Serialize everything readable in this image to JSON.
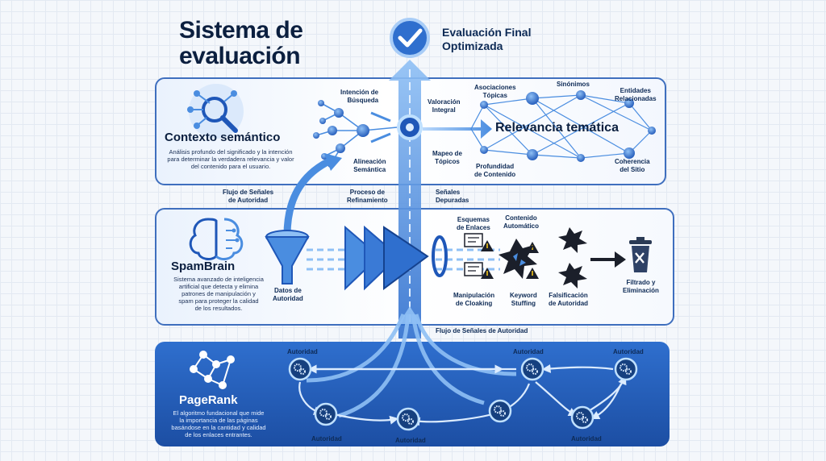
{
  "title": {
    "line1": "Sistema de",
    "line2": "evaluación"
  },
  "final": {
    "line1": "Evaluación Final",
    "line2": "Optimizada"
  },
  "semantic": {
    "title": "Contexto semántico",
    "desc": [
      "Análisis profundo del significado y la intención",
      "para determinar la verdadera relevancia y valor",
      "del contenido para el usuario."
    ],
    "labels": {
      "intencion": [
        "Intención de",
        "Búsqueda"
      ],
      "valoracion": [
        "Valoración",
        "Integral"
      ],
      "alineacion": [
        "Alineación",
        "Semántica"
      ],
      "mapeo": [
        "Mapeo de",
        "Tópicos"
      ],
      "asociaciones": [
        "Asociaciones",
        "Tópicas"
      ],
      "sinonimos": [
        "Sinónimos"
      ],
      "entidades": [
        "Entidades",
        "Relacionadas"
      ],
      "profundidad": [
        "Profundidad",
        "de Contenido"
      ],
      "coherencia": [
        "Coherencia",
        "del Sitio"
      ]
    },
    "relevance": "Relevancia temática"
  },
  "spambrain": {
    "title": "SpamBrain",
    "desc": [
      "Sistema avanzado de inteligencia",
      "artificial que detecta y elimina",
      "patrones de manipulación y",
      "spam para proteger la calidad",
      "de los resultados."
    ],
    "labels": {
      "flujo": [
        "Flujo de Señales",
        "de Autoridad"
      ],
      "proceso": [
        "Proceso de",
        "Refinamiento"
      ],
      "senales": [
        "Señales",
        "Depuradas"
      ],
      "datos": [
        "Datos de",
        "Autoridad"
      ],
      "esquemas": [
        "Esquemas",
        "de Enlaces"
      ],
      "contenido": [
        "Contenido",
        "Automático"
      ],
      "manipulacion": [
        "Manipulación",
        "de Cloaking"
      ],
      "keyword": [
        "Keyword",
        "Stuffing"
      ],
      "falsificacion": [
        "Falsificación",
        "de Autoridad"
      ],
      "filtrado": [
        "Filtrado y",
        "Eliminación"
      ]
    }
  },
  "pagerank": {
    "title": "PageRank",
    "desc": [
      "El algoritmo fundacional que mide",
      "la importancia de las páginas",
      "basándose en la cantidad y calidad",
      "de los enlaces entrantes."
    ],
    "flow_label": "Flujo de Señales de Autoridad",
    "node_label": "Autoridad"
  },
  "colors": {
    "accent": "#2f6fce",
    "dark": "#1c4ea3",
    "light": "#8fc0f5",
    "spam": "#1b1f2a",
    "warning": "#f5c518"
  },
  "icons": [
    "check-icon",
    "magnifier-network-icon",
    "brain-icon",
    "network-icon",
    "trash-icon",
    "warning-icon",
    "gear-icon",
    "funnel-icon",
    "document-icon"
  ]
}
